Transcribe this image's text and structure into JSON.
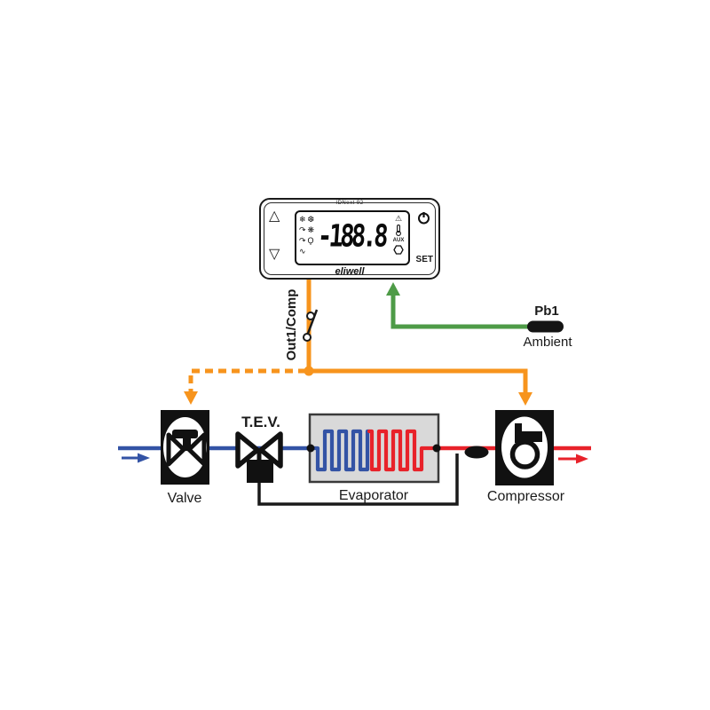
{
  "controller": {
    "model_label": "IDNext 92",
    "brand_logo": "eliwell",
    "display": {
      "value": "-188.8",
      "aux_label": "AUX",
      "alarm_icon": "⚠",
      "left_icons_col1": [
        "❄",
        "↷",
        "↷",
        "∿"
      ],
      "left_icons_col2": [
        "❆",
        "❋",
        "Ϙ"
      ]
    },
    "buttons": {
      "up": "△",
      "down": "▽",
      "set": "SET"
    }
  },
  "wiring": {
    "output_label": "Out1/Comp",
    "probe_name": "Pb1",
    "probe_location": "Ambient"
  },
  "components": {
    "valve_label": "Valve",
    "tev_label": "T.E.V.",
    "evaporator_label": "Evaporator",
    "compressor_label": "Compressor"
  },
  "colors": {
    "wire_orange": "#F7941D",
    "wire_green": "#4E9B47",
    "pipe_blue": "#3353A5",
    "pipe_red": "#E8222A"
  }
}
